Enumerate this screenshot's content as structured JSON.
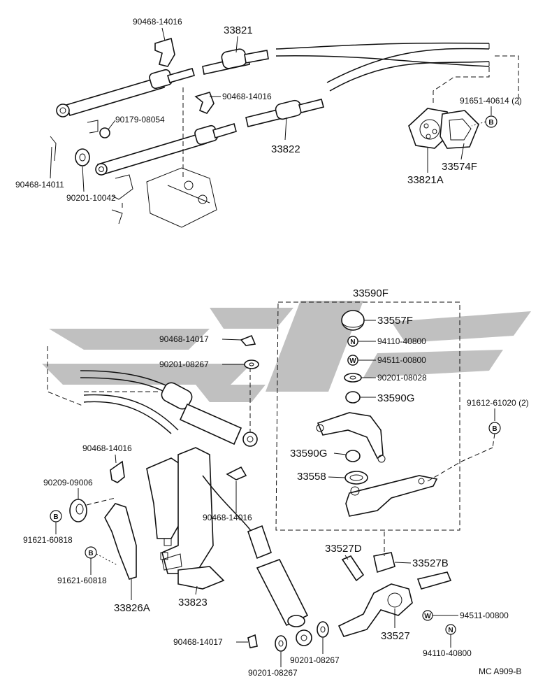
{
  "parts_upper": {
    "p_90468_14016_a": "90468-14016",
    "p_33821": "33821",
    "p_90468_14016_b": "90468-14016",
    "p_90179_08054": "90179-08054",
    "p_33822": "33822",
    "p_91651_40614": "91651-40614 (2)",
    "p_33574F": "33574F",
    "p_33821A": "33821A",
    "p_90468_14011": "90468-14011",
    "p_90201_10042": "90201-10042"
  },
  "parts_lower": {
    "p_33590F": "33590F",
    "p_33557F": "33557F",
    "p_94110_40800_a": "94110-40800",
    "p_94511_00800_a": "94511-00800",
    "p_90201_08028": "90201-08028",
    "p_33590G_a": "33590G",
    "p_90468_14017_a": "90468-14017",
    "p_90201_08267_a": "90201-08267",
    "p_91612_61020": "91612-61020 (2)",
    "p_33590G_b": "33590G",
    "p_33558": "33558",
    "p_90468_14016_c": "90468-14016",
    "p_90209_09006": "90209-09006",
    "p_90468_14016_d": "90468-14016",
    "p_91621_60818_a": "91621-60818",
    "p_91621_60818_b": "91621-60818",
    "p_33527D": "33527D",
    "p_33527B": "33527B",
    "p_33826A": "33826A",
    "p_33823": "33823",
    "p_33527": "33527",
    "p_94511_00800_b": "94511-00800",
    "p_94110_40800_b": "94110-40800",
    "p_90468_14017_b": "90468-14017",
    "p_90201_08267_b": "90201-08267",
    "p_90201_08267_c": "90201-08267"
  },
  "badges": {
    "B": "B",
    "N": "N",
    "W": "W"
  },
  "footer": {
    "code": "MC  A909-B"
  }
}
